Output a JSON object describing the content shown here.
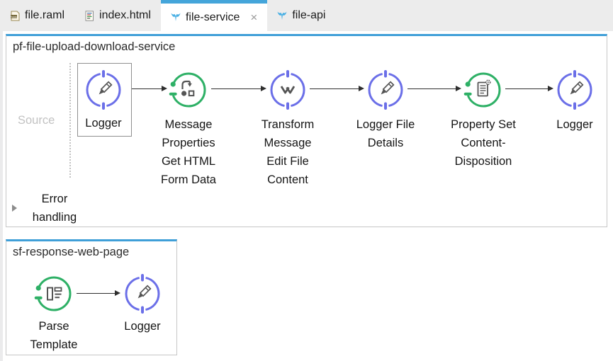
{
  "tab_bar": {
    "tabs": [
      {
        "label": "file.raml",
        "icon": "raml-file-icon",
        "active": false
      },
      {
        "label": "index.html",
        "icon": "html-file-icon",
        "active": false
      },
      {
        "label": "file-service",
        "icon": "mule-flow-icon",
        "active": true,
        "close_label": "×"
      },
      {
        "label": "file-api",
        "icon": "mule-flow-icon",
        "active": false
      }
    ]
  },
  "flows": [
    {
      "title": "pf-file-upload-download-service",
      "source_label": "Source",
      "nodes": [
        {
          "label": "Logger",
          "icon": "pencil-icon",
          "color": "purple",
          "selected": true
        },
        {
          "label": "Message\nProperties\nGet HTML\nForm Data",
          "icon": "message-properties-icon",
          "color": "green"
        },
        {
          "label": "Transform\nMessage\nEdit File\nContent",
          "icon": "dataweave-icon",
          "color": "purple"
        },
        {
          "label": "Logger File\nDetails",
          "icon": "pencil-icon",
          "color": "purple"
        },
        {
          "label": "Property Set\nContent-\nDisposition",
          "icon": "document-gear-icon",
          "color": "green"
        },
        {
          "label": "Logger",
          "icon": "pencil-icon",
          "color": "purple"
        }
      ],
      "error_handling": {
        "label": "Error handling",
        "collapsed": true
      }
    },
    {
      "title": "sf-response-web-page",
      "nodes": [
        {
          "label": "Parse\nTemplate",
          "icon": "template-icon",
          "color": "green"
        },
        {
          "label": "Logger",
          "icon": "pencil-icon",
          "color": "purple"
        }
      ]
    }
  ],
  "colors": {
    "accent_blue": "#3f9fd8",
    "connector_purple": "#6b6fe8",
    "connector_green": "#2eb066",
    "glyph_gray": "#555555",
    "container_border": "#c6c6c6",
    "muted_text": "#c2c2c2"
  }
}
